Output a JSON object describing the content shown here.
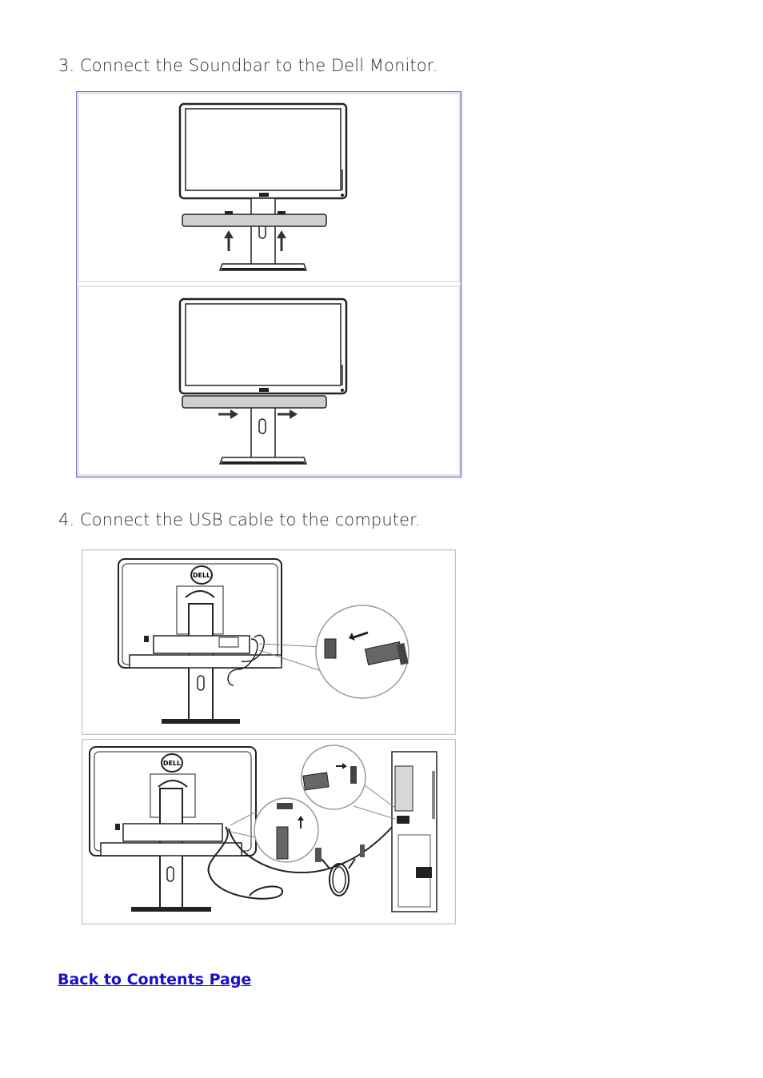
{
  "steps": [
    {
      "text": "3. Connect the Soundbar to the Dell Monitor."
    },
    {
      "text": "4. Connect the USB cable to the computer."
    }
  ],
  "figures": {
    "logo_text": "DELL"
  },
  "footer": {
    "back_link": "Back to Contents Page"
  },
  "colors": {
    "frame_border": "#8a6fc0",
    "link": "#1a0dcc",
    "line": "#333333"
  }
}
